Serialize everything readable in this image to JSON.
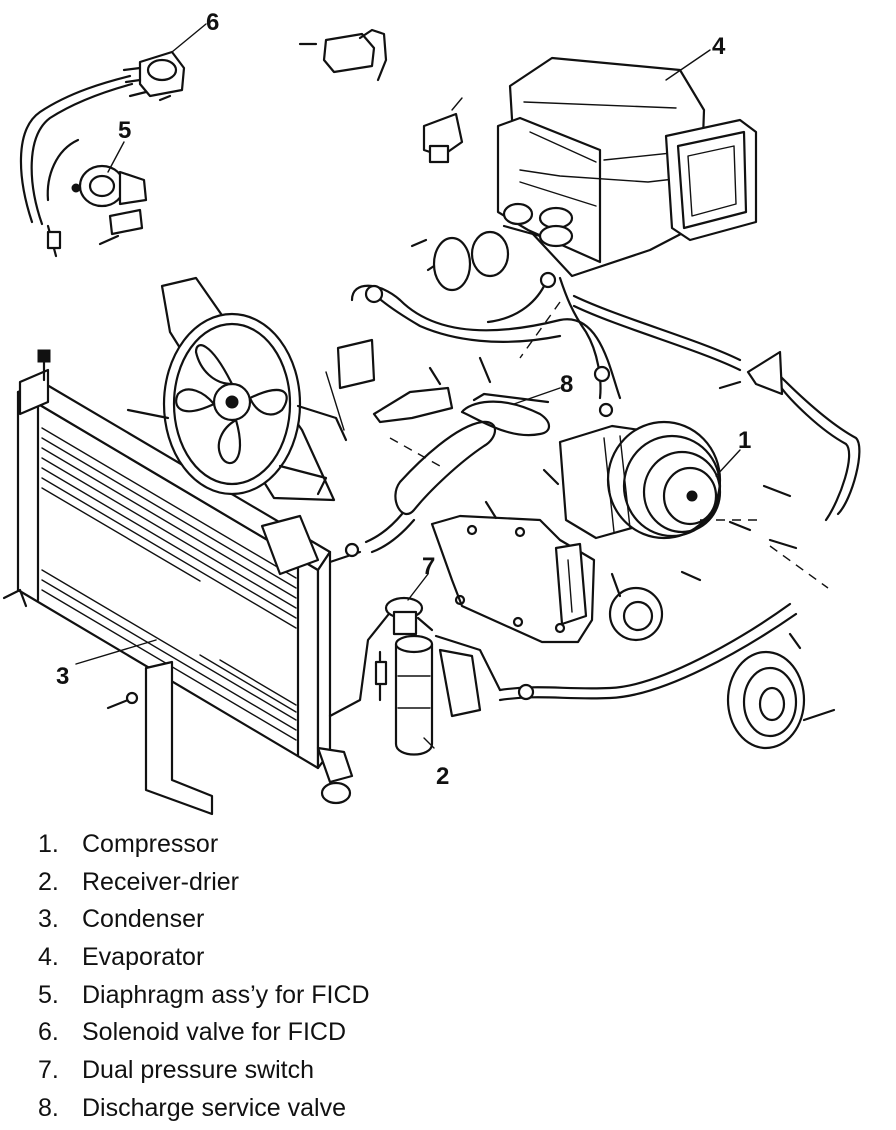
{
  "callouts": [
    {
      "number": "1"
    },
    {
      "number": "2"
    },
    {
      "number": "3"
    },
    {
      "number": "4"
    },
    {
      "number": "5"
    },
    {
      "number": "6"
    },
    {
      "number": "7"
    },
    {
      "number": "8"
    }
  ],
  "legend": [
    {
      "number": "1.",
      "label": "Compressor"
    },
    {
      "number": "2.",
      "label": "Receiver-drier"
    },
    {
      "number": "3.",
      "label": "Condenser"
    },
    {
      "number": "4.",
      "label": "Evaporator"
    },
    {
      "number": "5.",
      "label": "Diaphragm ass’y for FICD"
    },
    {
      "number": "6.",
      "label": "Solenoid valve for FICD"
    },
    {
      "number": "7.",
      "label": "Dual pressure switch"
    },
    {
      "number": "8.",
      "label": "Discharge service valve"
    }
  ]
}
